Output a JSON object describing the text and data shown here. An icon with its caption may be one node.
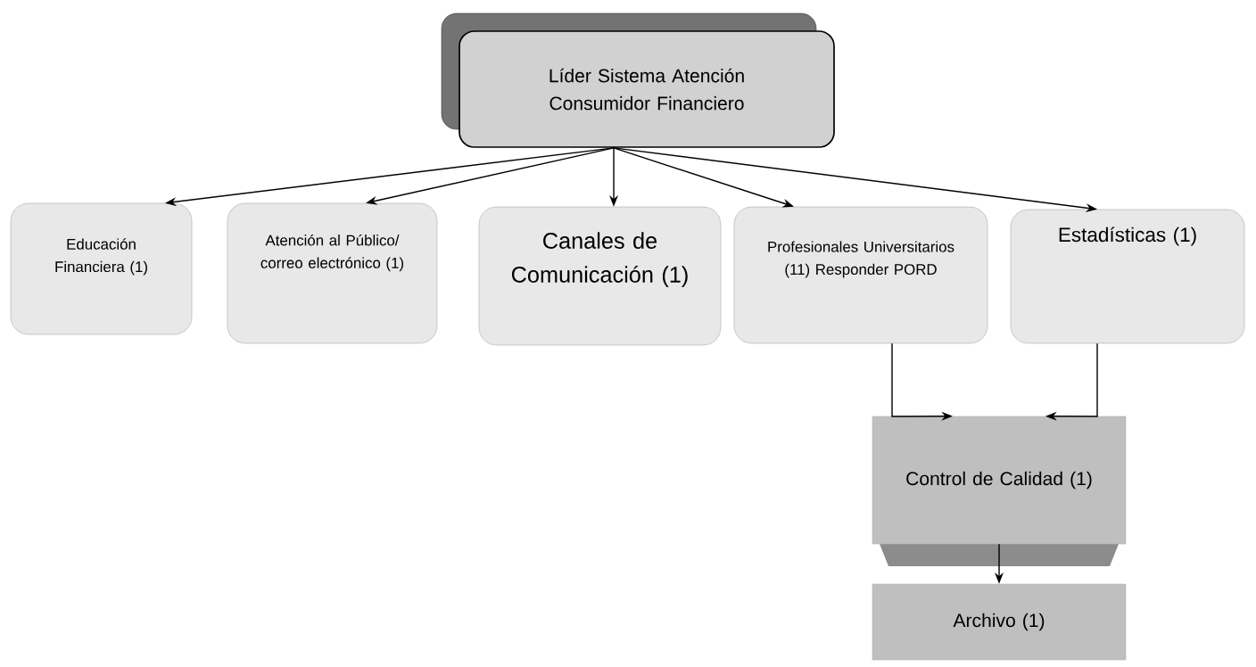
{
  "diagram": {
    "nodes": [
      {
        "text": [
          "Líder Sistema Atención Consumidor Financiero"
        ]
      },
      {
        "text": [
          "Educación Financiera (1)"
        ]
      },
      {
        "text": [
          "Atención al Público/ correo electrónico (1)"
        ]
      },
      {
        "text": [
          "Canales de Comunicación (1)"
        ]
      },
      {
        "text": [
          "Profesionales Universitarios (11) Responder PORD"
        ]
      },
      {
        "text": [
          "Estadísticas (1)"
        ]
      },
      {
        "text": [
          "Control de Calidad (1)"
        ]
      },
      {
        "text": [
          "Archivo (1)"
        ]
      }
    ],
    "edges": [
      {
        "from": 0,
        "to": 1,
        "arrow": "to"
      },
      {
        "from": 0,
        "to": 2,
        "arrow": "to"
      },
      {
        "from": 0,
        "to": 3,
        "arrow": "to"
      },
      {
        "from": 0,
        "to": 4,
        "arrow": "to"
      },
      {
        "from": 0,
        "to": 5,
        "arrow": "to"
      },
      {
        "from": 4,
        "to": 6,
        "arrow": "to"
      },
      {
        "from": 5,
        "to": 6,
        "arrow": "to"
      },
      {
        "from": 6,
        "to": 7,
        "arrow": "to"
      }
    ]
  }
}
